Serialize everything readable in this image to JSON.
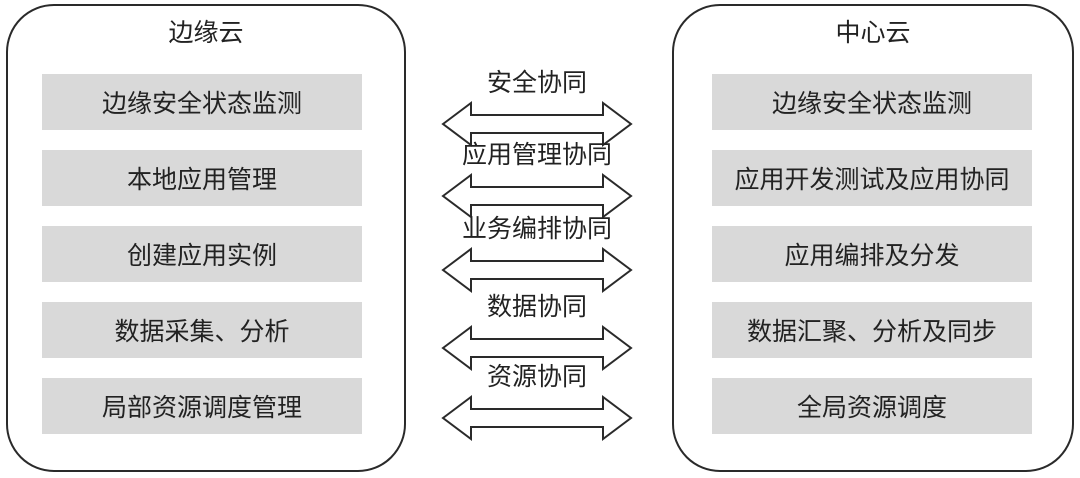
{
  "edge_cloud": {
    "title": "边缘云",
    "items": [
      "边缘安全状态监测",
      "本地应用管理",
      "创建应用实例",
      "数据采集、分析",
      "局部资源调度管理"
    ]
  },
  "center_cloud": {
    "title": "中心云",
    "items": [
      "边缘安全状态监测",
      "应用开发测试及应用协同",
      "应用编排及分发",
      "数据汇聚、分析及同步",
      "全局资源调度"
    ]
  },
  "collaborations": [
    "安全协同",
    "应用管理协同",
    "业务编排协同",
    "数据协同",
    "资源协同"
  ],
  "colors": {
    "box_fill": "#d9d9d9",
    "border": "#2a2a2a"
  }
}
